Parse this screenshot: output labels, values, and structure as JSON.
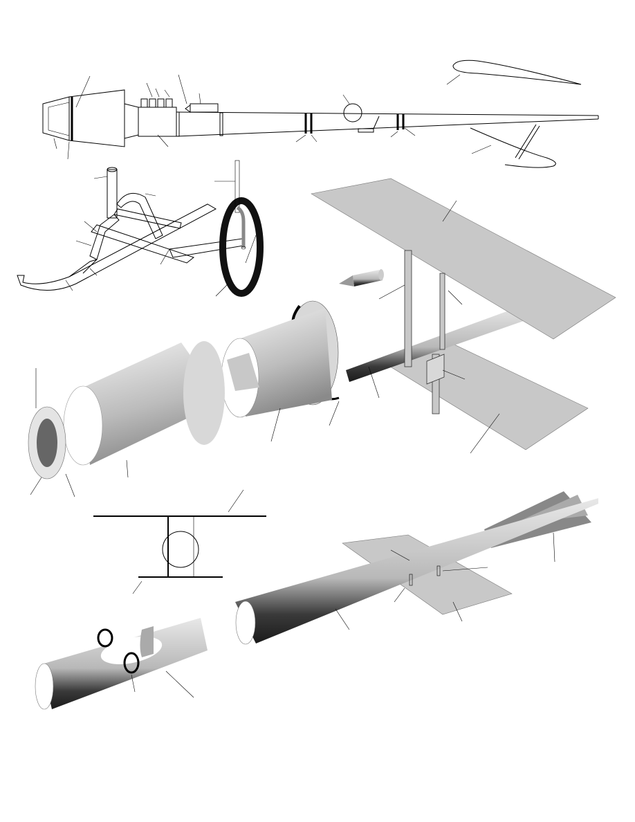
{
  "colors": {
    "background": "#ffffff",
    "panel_gray": "#c8c8c8",
    "light_gray": "#e4e4e4",
    "dark_gray": "#3a3a3a",
    "outline": "#000000"
  },
  "icons": [
    "fuselage-side-view",
    "airfoil-profile",
    "landing-skid",
    "ring",
    "wing",
    "tail-boom",
    "nose-cone",
    "cross-section"
  ]
}
